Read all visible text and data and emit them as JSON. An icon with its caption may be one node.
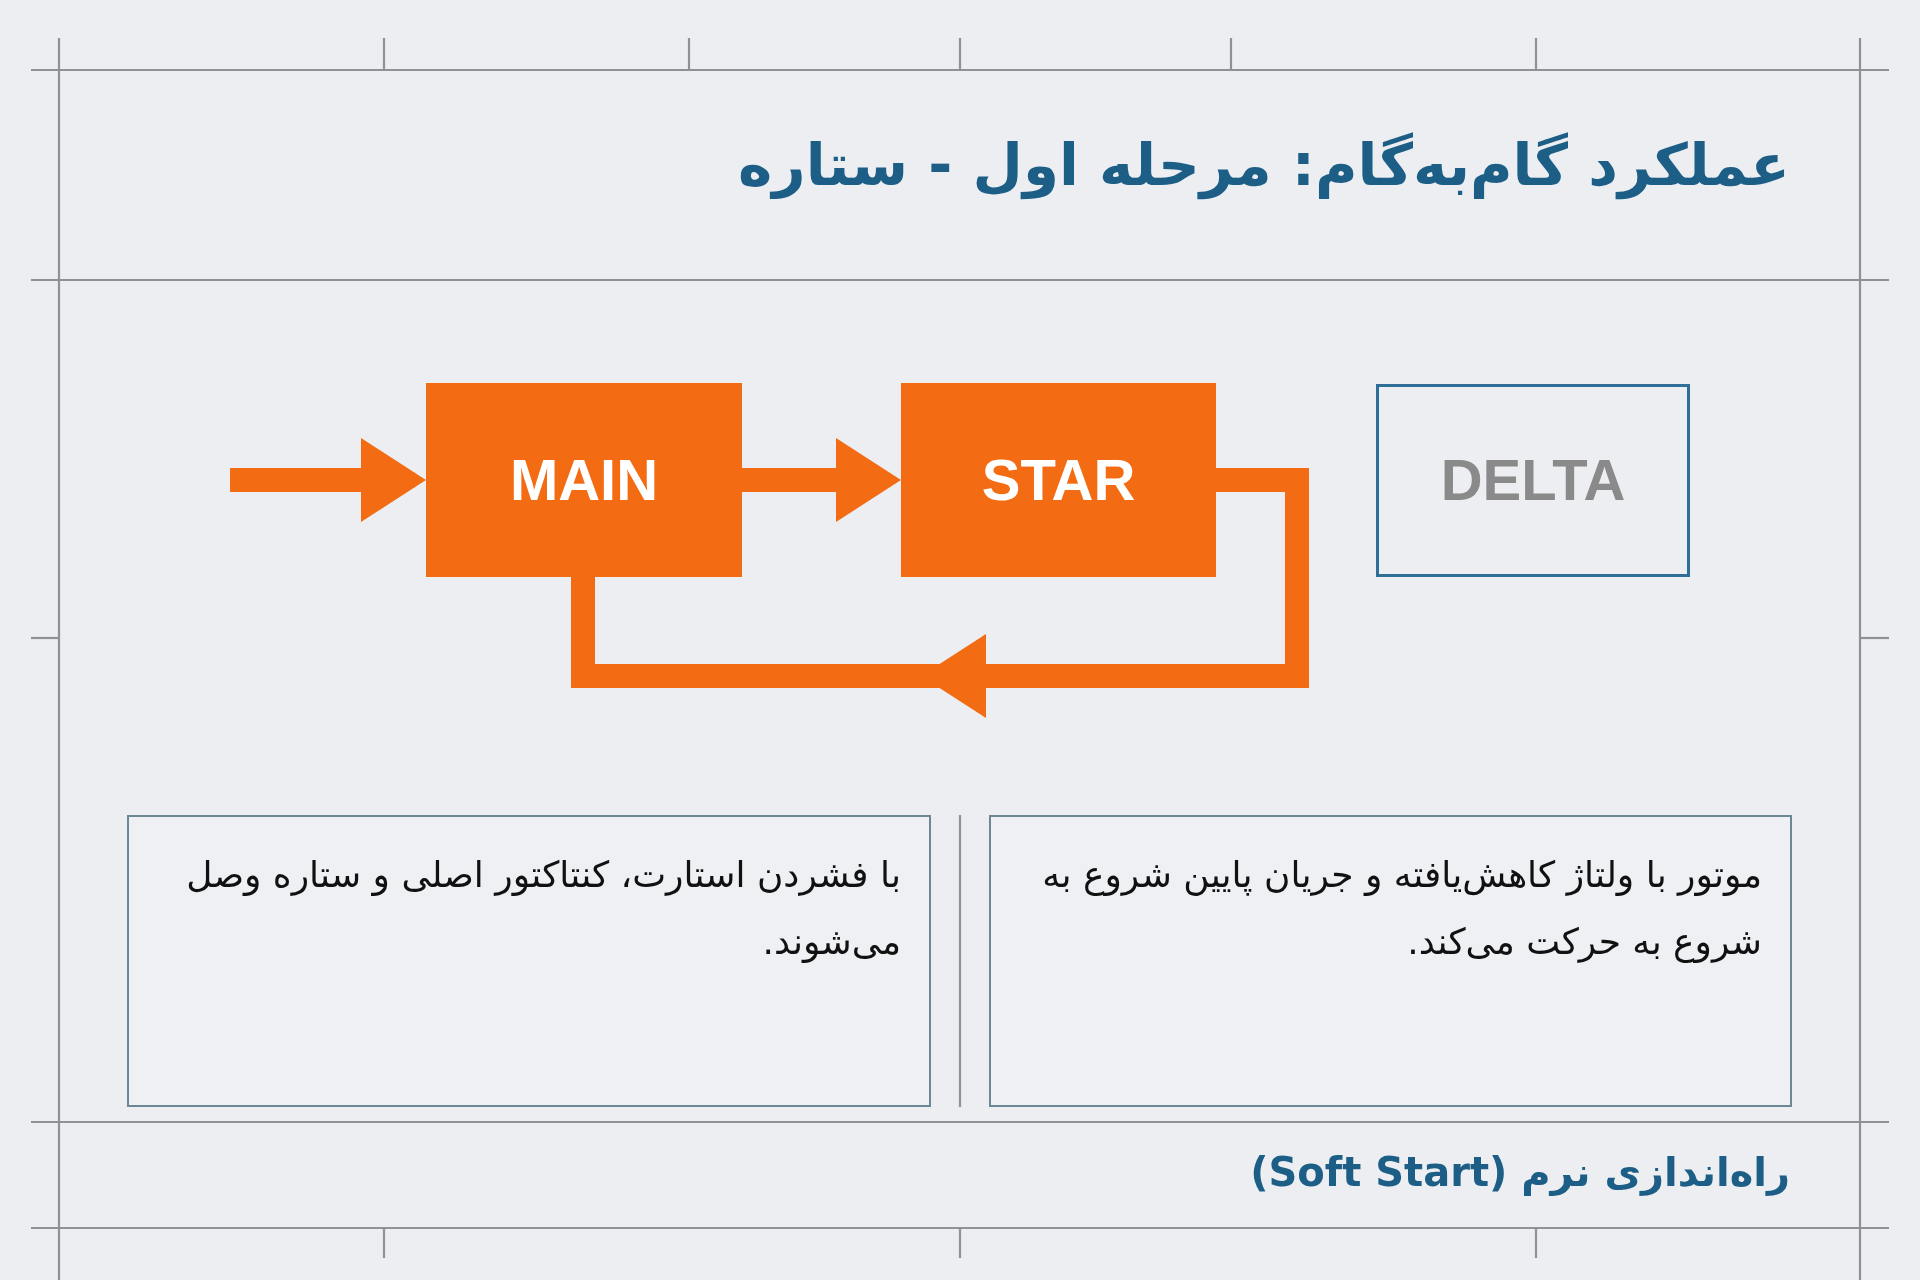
{
  "diagram": {
    "title": "عملکرد گام‌به‌گام: مرحله اول - ستاره",
    "nodes": [
      {
        "text": [
          "MAIN"
        ]
      },
      {
        "text": [
          "STAR"
        ]
      },
      {
        "text": [
          "DELTA"
        ]
      },
      {
        "text": [
          "موتور با ولتاژ کاهش‌یافته و جریان پایین شروع به شروع به حرکت می‌کند."
        ]
      },
      {
        "text": [
          "با فشردن استارت، کنتاکتور اصلی و ستاره وصل می‌شوند."
        ]
      }
    ],
    "edges": [
      {
        "from": null,
        "to": 0,
        "arrow": "to"
      },
      {
        "from": 0,
        "to": 1,
        "arrow": "to"
      },
      {
        "from": 1,
        "to": 0,
        "arrow": "to"
      }
    ],
    "labels": [
      "راه‌اندازی نرم (Soft Start)"
    ]
  }
}
